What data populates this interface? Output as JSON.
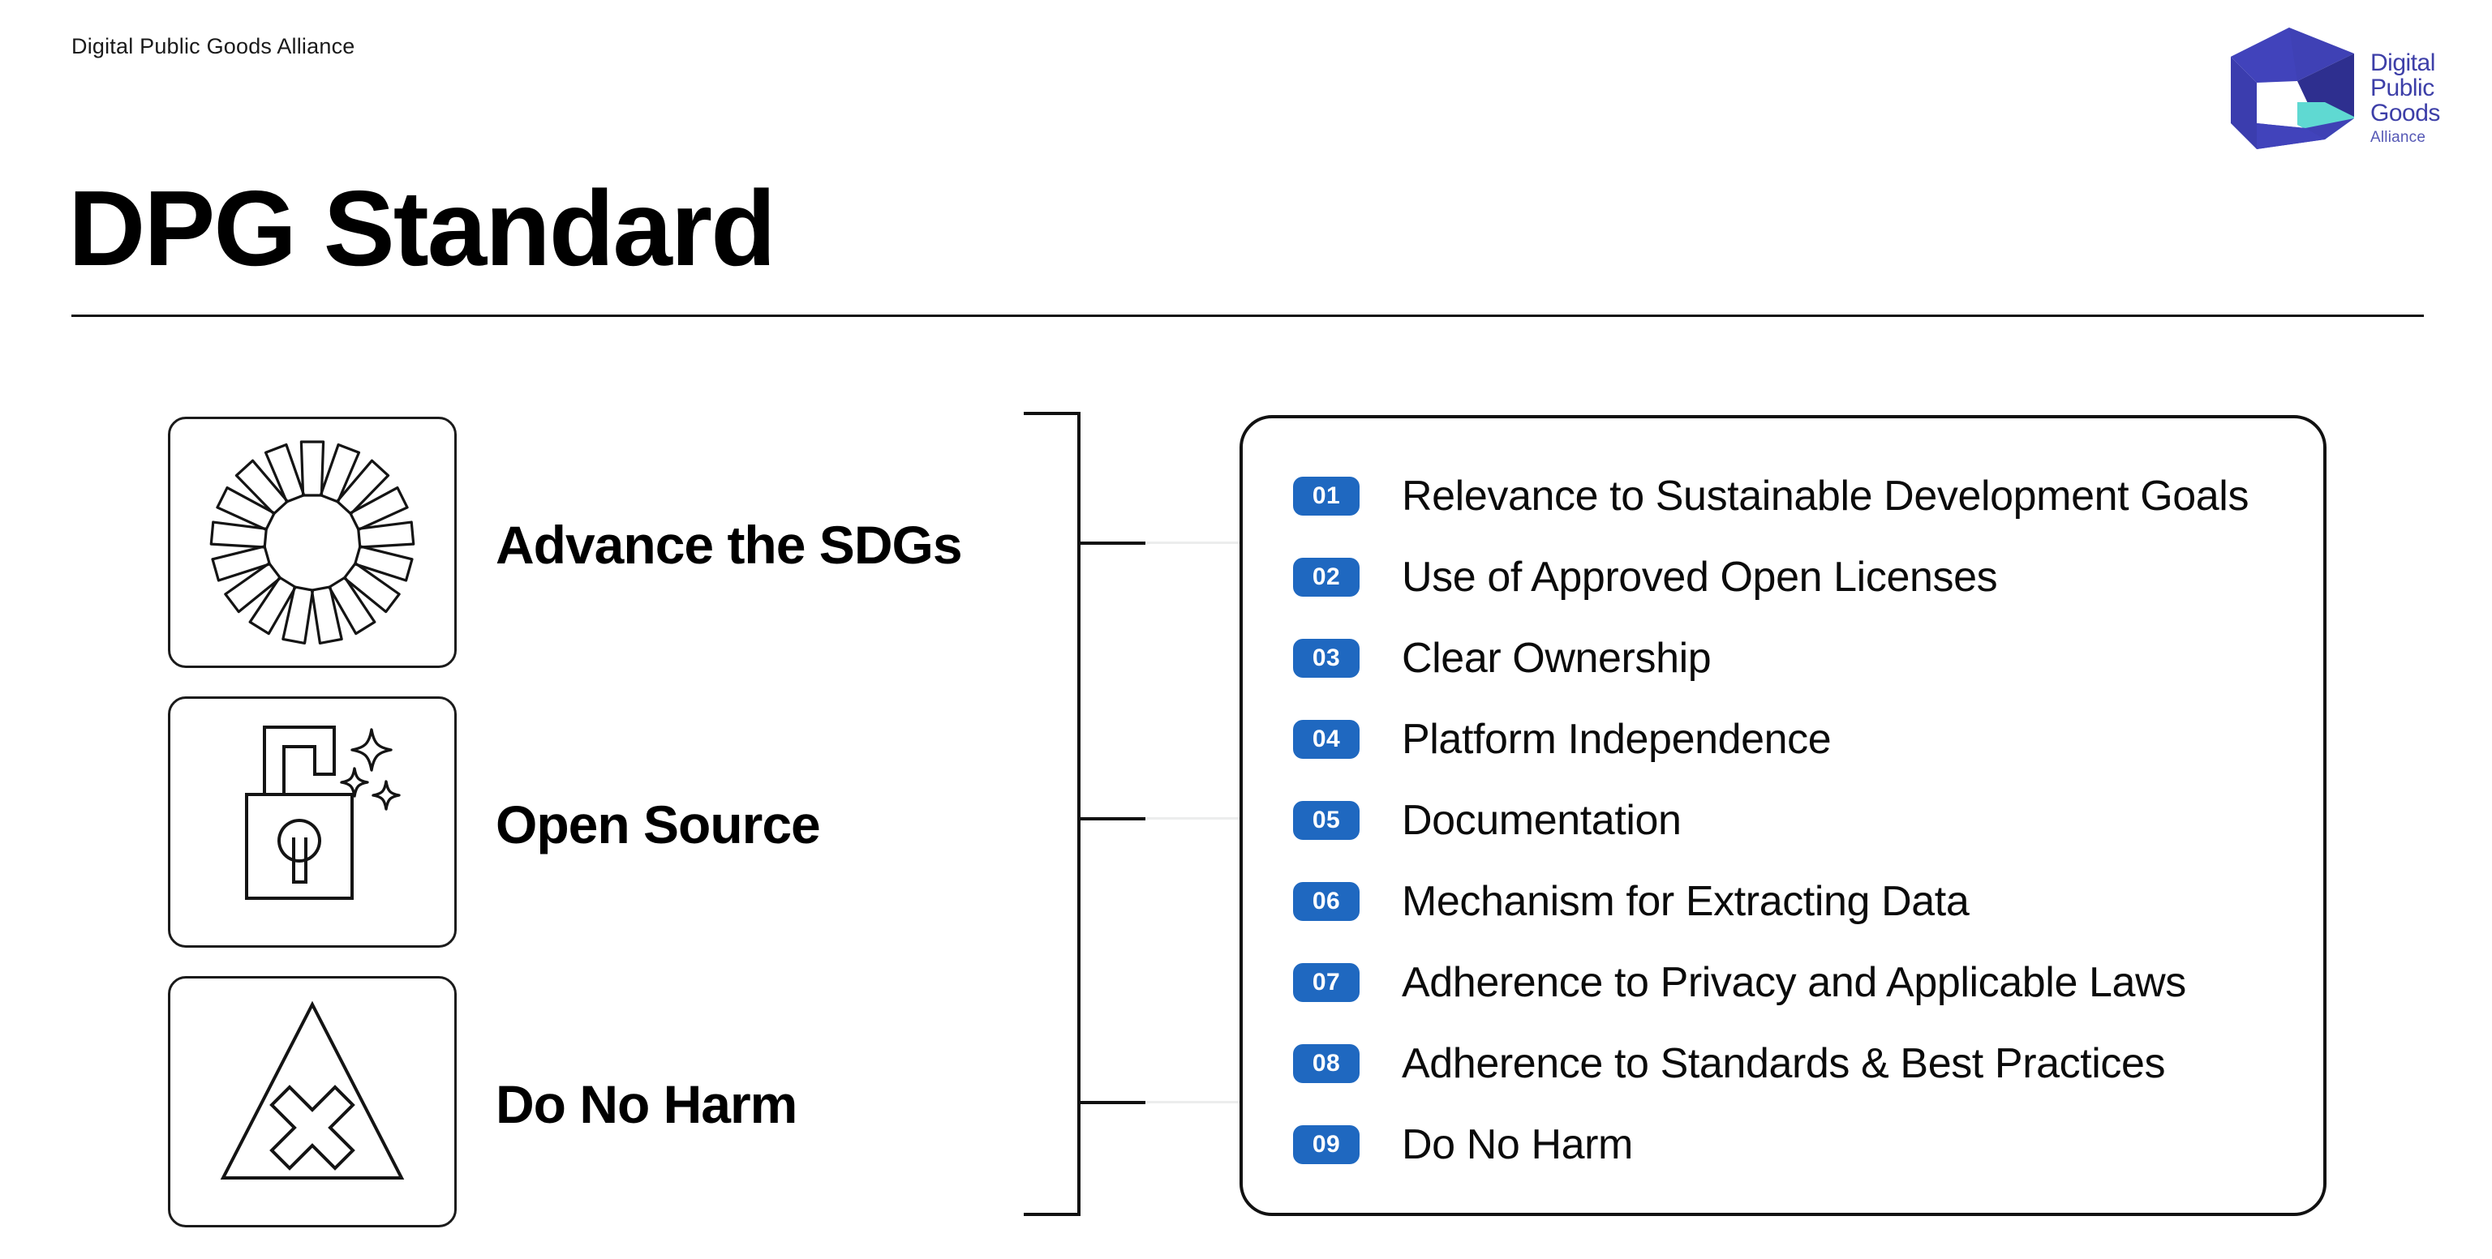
{
  "header": {
    "kicker": "Digital Public Goods Alliance",
    "title": "DPG Standard"
  },
  "logo": {
    "name": "digital-public-goods-alliance-logo",
    "line1": "Digital",
    "line2": "Public",
    "line3": "Goods",
    "sub": "Alliance",
    "colors": {
      "cube_dark": "#2e2f8f",
      "cube_mid": "#3f41b5",
      "cube_light": "#4a4cc4",
      "cube_teal": "#5fd9d2",
      "text": "#3d3fa8",
      "text_sub": "#5558b5"
    }
  },
  "pillars": [
    {
      "label": "Advance the SDGs",
      "icon": "sdg-wheel-icon"
    },
    {
      "label": "Open Source",
      "icon": "open-padlock-sparkle-icon"
    },
    {
      "label": "Do No Harm",
      "icon": "warning-triangle-x-icon"
    }
  ],
  "requirements": [
    {
      "number": "01",
      "text": "Relevance to Sustainable Development Goals"
    },
    {
      "number": "02",
      "text": "Use of Approved Open Licenses"
    },
    {
      "number": "03",
      "text": "Clear Ownership"
    },
    {
      "number": "04",
      "text": "Platform Independence"
    },
    {
      "number": "05",
      "text": "Documentation"
    },
    {
      "number": "06",
      "text": "Mechanism for Extracting Data"
    },
    {
      "number": "07",
      "text": "Adherence to Privacy and Applicable Laws"
    },
    {
      "number": "08",
      "text": "Adherence to Standards & Best Practices"
    },
    {
      "number": "09",
      "text": "Do No Harm"
    }
  ],
  "colors": {
    "badge_blue": "#1f68c0",
    "ink": "#111111",
    "background": "#ffffff",
    "faint_line": "#eceded"
  }
}
